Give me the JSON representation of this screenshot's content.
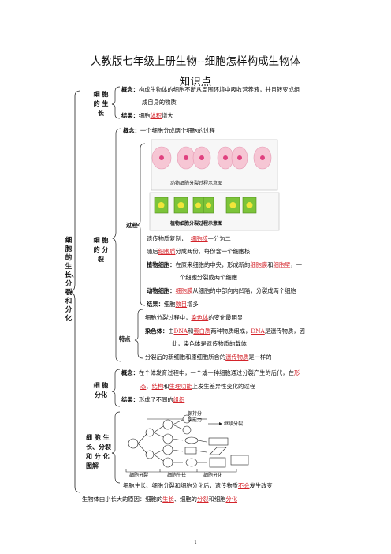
{
  "doc_title": "人教版七年级上册生物--细胞怎样构成生物体",
  "doc_subtitle": "知识点",
  "side_label": "细胞的生长、分裂和分化",
  "growth": {
    "label": "细 胞 的 生 长",
    "def_key": "概念：",
    "def_text1": "构成生物体的细胞不断从周围环境中吸收营养液，并且转变成组",
    "def_text2": "成自身的物质",
    "result_key": "结果：",
    "result_pre": "细胞",
    "result_red": "体积",
    "result_post": "增大"
  },
  "division": {
    "label": "细 胞 的 分 裂",
    "def_key": "概念：",
    "def_text": "一个细胞分成两个细胞的过程",
    "animal_caption": "动物细胞分裂过程示意图",
    "plant_caption": "植物细胞分裂过程示意图",
    "process_label": "过程",
    "p1_pre": "遗传物质复制，",
    "p1_red": "细胞核",
    "p1_post": "一分为二",
    "p2_pre": "随后",
    "p2_red": "细胞质",
    "p2_post": "分成两份，每份含一个细胞核",
    "plant_key": "植物细胞：",
    "plant_pre": "在原来细胞的中央，形成新的",
    "plant_red1": "细胞膜",
    "plant_mid": "和",
    "plant_red2": "细胞壁",
    "plant_post": "，一",
    "plant_line2": "个细胞分裂成两个细胞",
    "animal_key": "动物细胞：",
    "animal_red": "细胞膜",
    "animal_post": "从细胞的中部向内凹陷，分裂成两个细胞",
    "result_key": "结果：",
    "result_pre": "细胞",
    "result_red": "数目",
    "result_post": "增多",
    "feature_label": "特点",
    "f1_pre": "细胞分裂过程中，",
    "f1_red": "染色体",
    "f1_post": "的变化最明显",
    "f2_key": "染色体：",
    "f2_pre": "由",
    "f2_red1": "DNA",
    "f2_mid": "和",
    "f2_red2": "蛋白质",
    "f2_mid2": "两种物质组成，",
    "f2_red3": "DNA",
    "f2_post": "是遗传物质，因",
    "f2_line2": "此，染色体是遗传物质的载体",
    "f3_pre": "分裂后的新细胞和原细胞所含的",
    "f3_red": "遗传物质",
    "f3_post": "是一样的"
  },
  "differentiation": {
    "label": "细 胞 分化",
    "def_key": "概念：",
    "def_text1_pre": "在个体发育过程中，一个或一种细胞通过分裂产生的后代，在",
    "def_red1": "形",
    "def_red1b": "态",
    "def_sep1": "、",
    "def_red2": "结构",
    "def_mid": "和",
    "def_red3": "生理功能",
    "def_post": "上发生差异性变化的过程",
    "result_key": "结果：",
    "result_pre": "形成了不同的",
    "result_red": "组织"
  },
  "diagram": {
    "label": "细 胞 生 长、分裂 和 分 化 图解",
    "keep_label1": "保持分",
    "keep_label2": "裂能力",
    "continue_label": "继续分裂",
    "stage1": "细胞分裂",
    "stage2": "细胞生长",
    "stage3": "细胞分化",
    "note_pre": "细胞生长、细胞分裂和细胞分化后，遗传物质",
    "note_red": "不会",
    "note_post": "发生改变"
  },
  "summary": {
    "pre": "生物体由小长大的原因：细胞的",
    "red1": "生长",
    "mid1": "、细胞的",
    "red2": "分裂",
    "mid2": "和细胞",
    "red3": "分化"
  },
  "page_number": "1",
  "colors": {
    "red": "#d4232a",
    "cell_pink": "#f6c6d4",
    "nucleus_pink": "#e0407f",
    "plant_green": "#7cc43a",
    "nucleus_yellow": "#f2e53a",
    "frame_bg": "#f7f7f7"
  }
}
